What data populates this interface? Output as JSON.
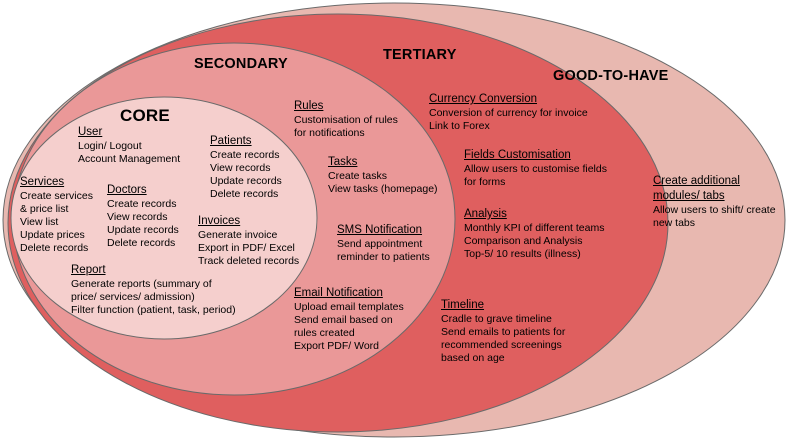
{
  "colors": {
    "good_to_have": "#e8b8b0",
    "tertiary": "#df5f5f",
    "secondary": "#ea9898",
    "core": "#f5cfcd",
    "outline": "#6a6a6a"
  },
  "zones": {
    "core": "CORE",
    "secondary": "SECONDARY",
    "tertiary": "TERTIARY",
    "good_to_have": "GOOD-TO-HAVE"
  },
  "core": {
    "user": {
      "title": "User",
      "items": [
        "Login/ Logout",
        "Account Management"
      ]
    },
    "patients": {
      "title": "Patients",
      "items": [
        "Create records",
        "View records",
        "Update records",
        "Delete records"
      ]
    },
    "services": {
      "title": "Services",
      "items": [
        "Create services",
        "& price list",
        "View list",
        "Update prices",
        "Delete records"
      ]
    },
    "doctors": {
      "title": "Doctors",
      "items": [
        "Create records",
        "View records",
        "Update records",
        "Delete records"
      ]
    },
    "invoices": {
      "title": "Invoices",
      "items": [
        "Generate invoice",
        "Export in PDF/ Excel",
        "Track deleted records"
      ]
    },
    "report": {
      "title": "Report",
      "items": [
        "Generate reports (summary of",
        "price/ services/ admission)",
        "Filter function (patient, task, period)"
      ]
    }
  },
  "secondary": {
    "rules": {
      "title": "Rules",
      "items": [
        "Customisation of rules",
        "for notifications"
      ]
    },
    "tasks": {
      "title": "Tasks",
      "items": [
        "Create tasks",
        "View tasks (homepage)"
      ]
    },
    "sms": {
      "title": "SMS Notification",
      "items": [
        "Send appointment",
        "reminder to patients"
      ]
    },
    "email": {
      "title": "Email Notification",
      "items": [
        "Upload email templates",
        "Send email based on",
        "rules created",
        "Export PDF/ Word"
      ]
    }
  },
  "tertiary": {
    "currency": {
      "title": "Currency Conversion",
      "items": [
        "Conversion of currency for invoice",
        "Link to Forex"
      ]
    },
    "fields": {
      "title": "Fields Customisation",
      "items": [
        "Allow users to customise fields",
        "for forms"
      ]
    },
    "analysis": {
      "title": "Analysis",
      "items": [
        "Monthly KPI of different teams",
        "Comparison and Analysis",
        "Top-5/ 10 results (illness)"
      ]
    },
    "timeline": {
      "title": "Timeline",
      "items": [
        "Cradle to grave timeline",
        "Send emails to patients for",
        "recommended screenings",
        "based on age"
      ]
    }
  },
  "good_to_have": {
    "modules": {
      "title": "Create additional modules/ tabs",
      "items": [
        "Allow users to shift/ create new tabs"
      ]
    }
  }
}
